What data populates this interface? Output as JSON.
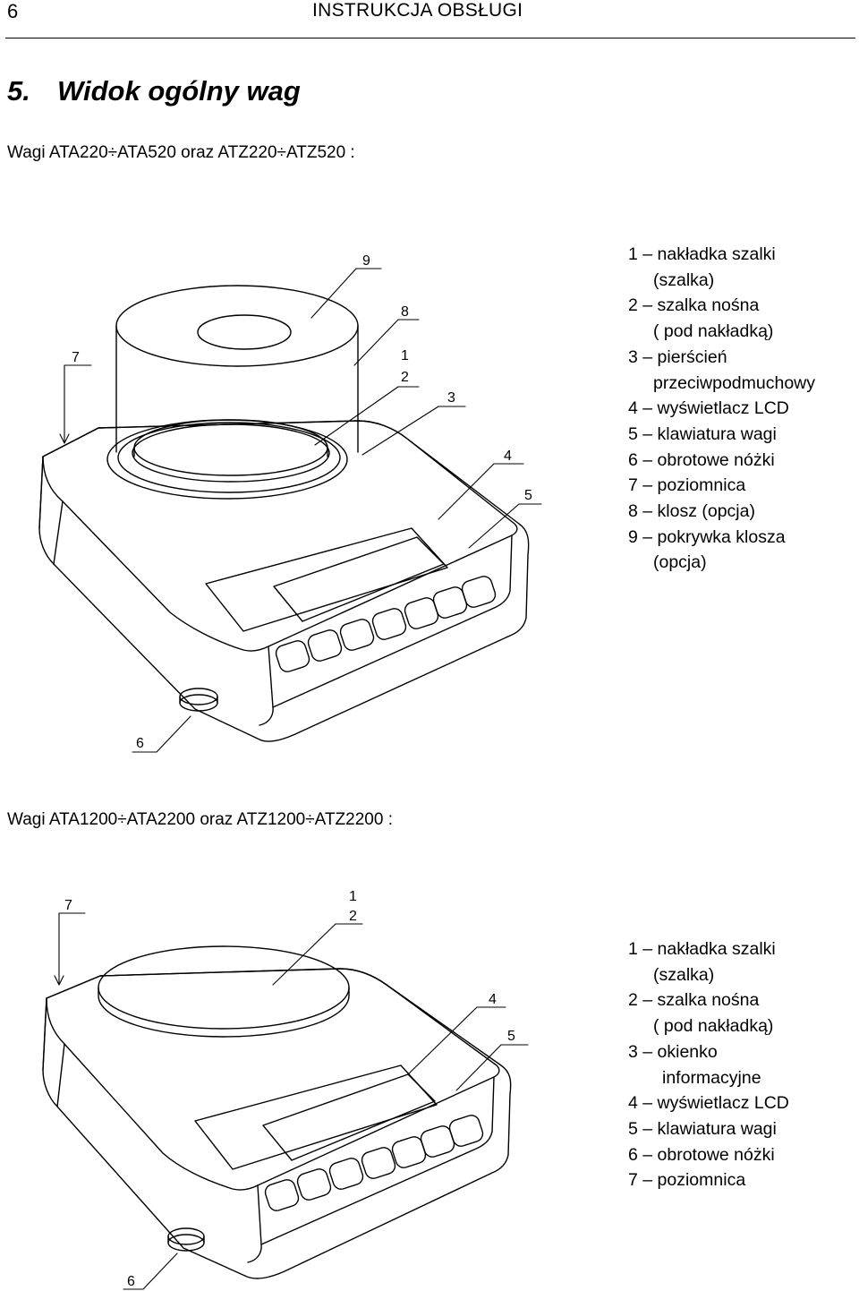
{
  "header": {
    "page_number": "6",
    "title": "INSTRUKCJA OBSŁUGI"
  },
  "section": {
    "number": "5.",
    "title": "Widok ogólny wag"
  },
  "figure1": {
    "caption": "Wagi ATA220÷ATA520 oraz ATZ220÷ATZ520  :",
    "callouts": [
      "9",
      "8",
      "1",
      "2",
      "3",
      "7",
      "4",
      "5",
      "6"
    ],
    "legend": [
      "1 – nakładka szalki",
      "(szalka)",
      "2 – szalka nośna",
      "( pod nakładką)",
      "3 – pierścień",
      "przeciwpodmuchowy",
      "4 – wyświetlacz LCD",
      "5 – klawiatura wagi",
      "6 – obrotowe nóżki",
      "7 – poziomnica",
      "8 – klosz (opcja)",
      "9 – pokrywka klosza",
      "(opcja)"
    ]
  },
  "figure2": {
    "caption": "Wagi ATA1200÷ATA2200 oraz ATZ1200÷ATZ2200 :",
    "callouts": [
      "7",
      "1",
      "2",
      "4",
      "5",
      "6"
    ],
    "legend": [
      "1 – nakładka szalki",
      "(szalka)",
      "2 – szalka nośna",
      "( pod nakładką)",
      "3 – okienko",
      "informacyjne",
      "4 – wyświetlacz LCD",
      "5 – klawiatura wagi",
      "6 – obrotowe nóżki",
      "7 – poziomnica"
    ]
  }
}
